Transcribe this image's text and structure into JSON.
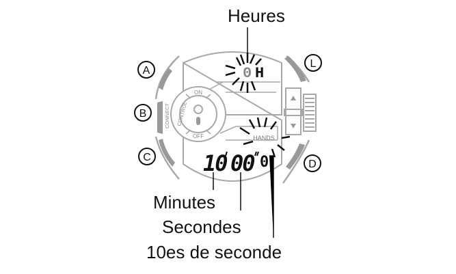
{
  "labels": {
    "hours": "Heures",
    "minutes": "Minutes",
    "seconds": "Secondes",
    "tenths": "10es de seconde"
  },
  "buttons": {
    "a": "A",
    "b": "B",
    "c": "C",
    "d": "D",
    "l": "L"
  },
  "bezel_text": {
    "connect": "CONNECT",
    "control": "CONTROL",
    "on": "ON",
    "off": "OFF",
    "hands": "HANDS"
  },
  "display": {
    "hour_digit": "0",
    "hour_suffix": "H",
    "minutes": "10",
    "seconds": "00",
    "tenths": "0"
  },
  "colors": {
    "outline": "#a8a8a8",
    "button": "#999999",
    "ink": "#111111"
  }
}
